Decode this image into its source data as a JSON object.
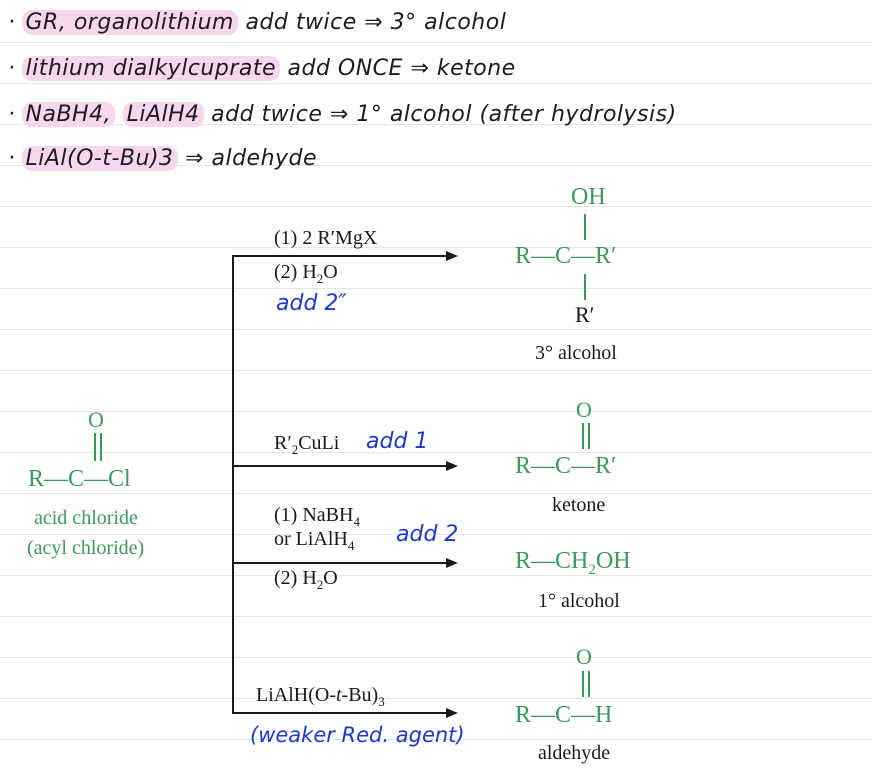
{
  "notes": {
    "line1": {
      "bullet": "·",
      "hl": "GR, organolithium",
      "rest": " add twice ⇒ 3° alcohol"
    },
    "line2": {
      "bullet": "·",
      "hl": "lithium dialkylcuprate",
      "rest": " add ONCE ⇒ ketone"
    },
    "line3": {
      "bullet": "·",
      "hl1": "NaBH4,",
      "hl2": "LiAlH4",
      "rest": " add twice ⇒ 1° alcohol (after hydrolysis)"
    },
    "line4": {
      "bullet": "·",
      "hl": "LiAl(O-t-Bu)3",
      "rest": " ⇒ aldehyde"
    }
  },
  "reactant": {
    "o": "O",
    "dbl": "||",
    "chain": "R—C—Cl",
    "name1": "acid chloride",
    "name2": "(acyl chloride)"
  },
  "reactions": [
    {
      "reagent1": "(1) 2 R′MgX",
      "reagent2": "(2) H",
      "reagent2_sub": "2",
      "reagent2_end": "O",
      "annotation": "add 2″",
      "product_top": "OH",
      "product_bond": "|",
      "product_chain": "R—C—R′",
      "product_bottom": "R′",
      "product_name": "3° alcohol"
    },
    {
      "reagent1": "R′",
      "reagent1_sub": "2",
      "reagent1_end": "CuLi",
      "annotation": "add 1",
      "product_top": "O",
      "product_dbl": "||",
      "product_chain": "R—C—R′",
      "product_name": "ketone"
    },
    {
      "reagent1": "(1) NaBH",
      "reagent1_sub": "4",
      "reagent1b": "or LiAlH",
      "reagent1b_sub": "4",
      "reagent2": "(2) H",
      "reagent2_sub": "2",
      "reagent2_end": "O",
      "annotation": "add 2",
      "product_chain": "R—CH",
      "product_sub": "2",
      "product_end": "OH",
      "product_name": "1° alcohol"
    },
    {
      "reagent1": "LiAlH(O-",
      "reagent1_it": "t",
      "reagent1_end": "-Bu)",
      "reagent1_sub": "3",
      "annotation": "(weaker Red. agent)",
      "product_top": "O",
      "product_dbl": "||",
      "product_chain": "R—C—H",
      "product_name": "aldehyde"
    }
  ],
  "colors": {
    "highlight": "#f6d7ef",
    "chem_green": "#3a9a5c",
    "pen_blue": "#1a3bc9"
  }
}
